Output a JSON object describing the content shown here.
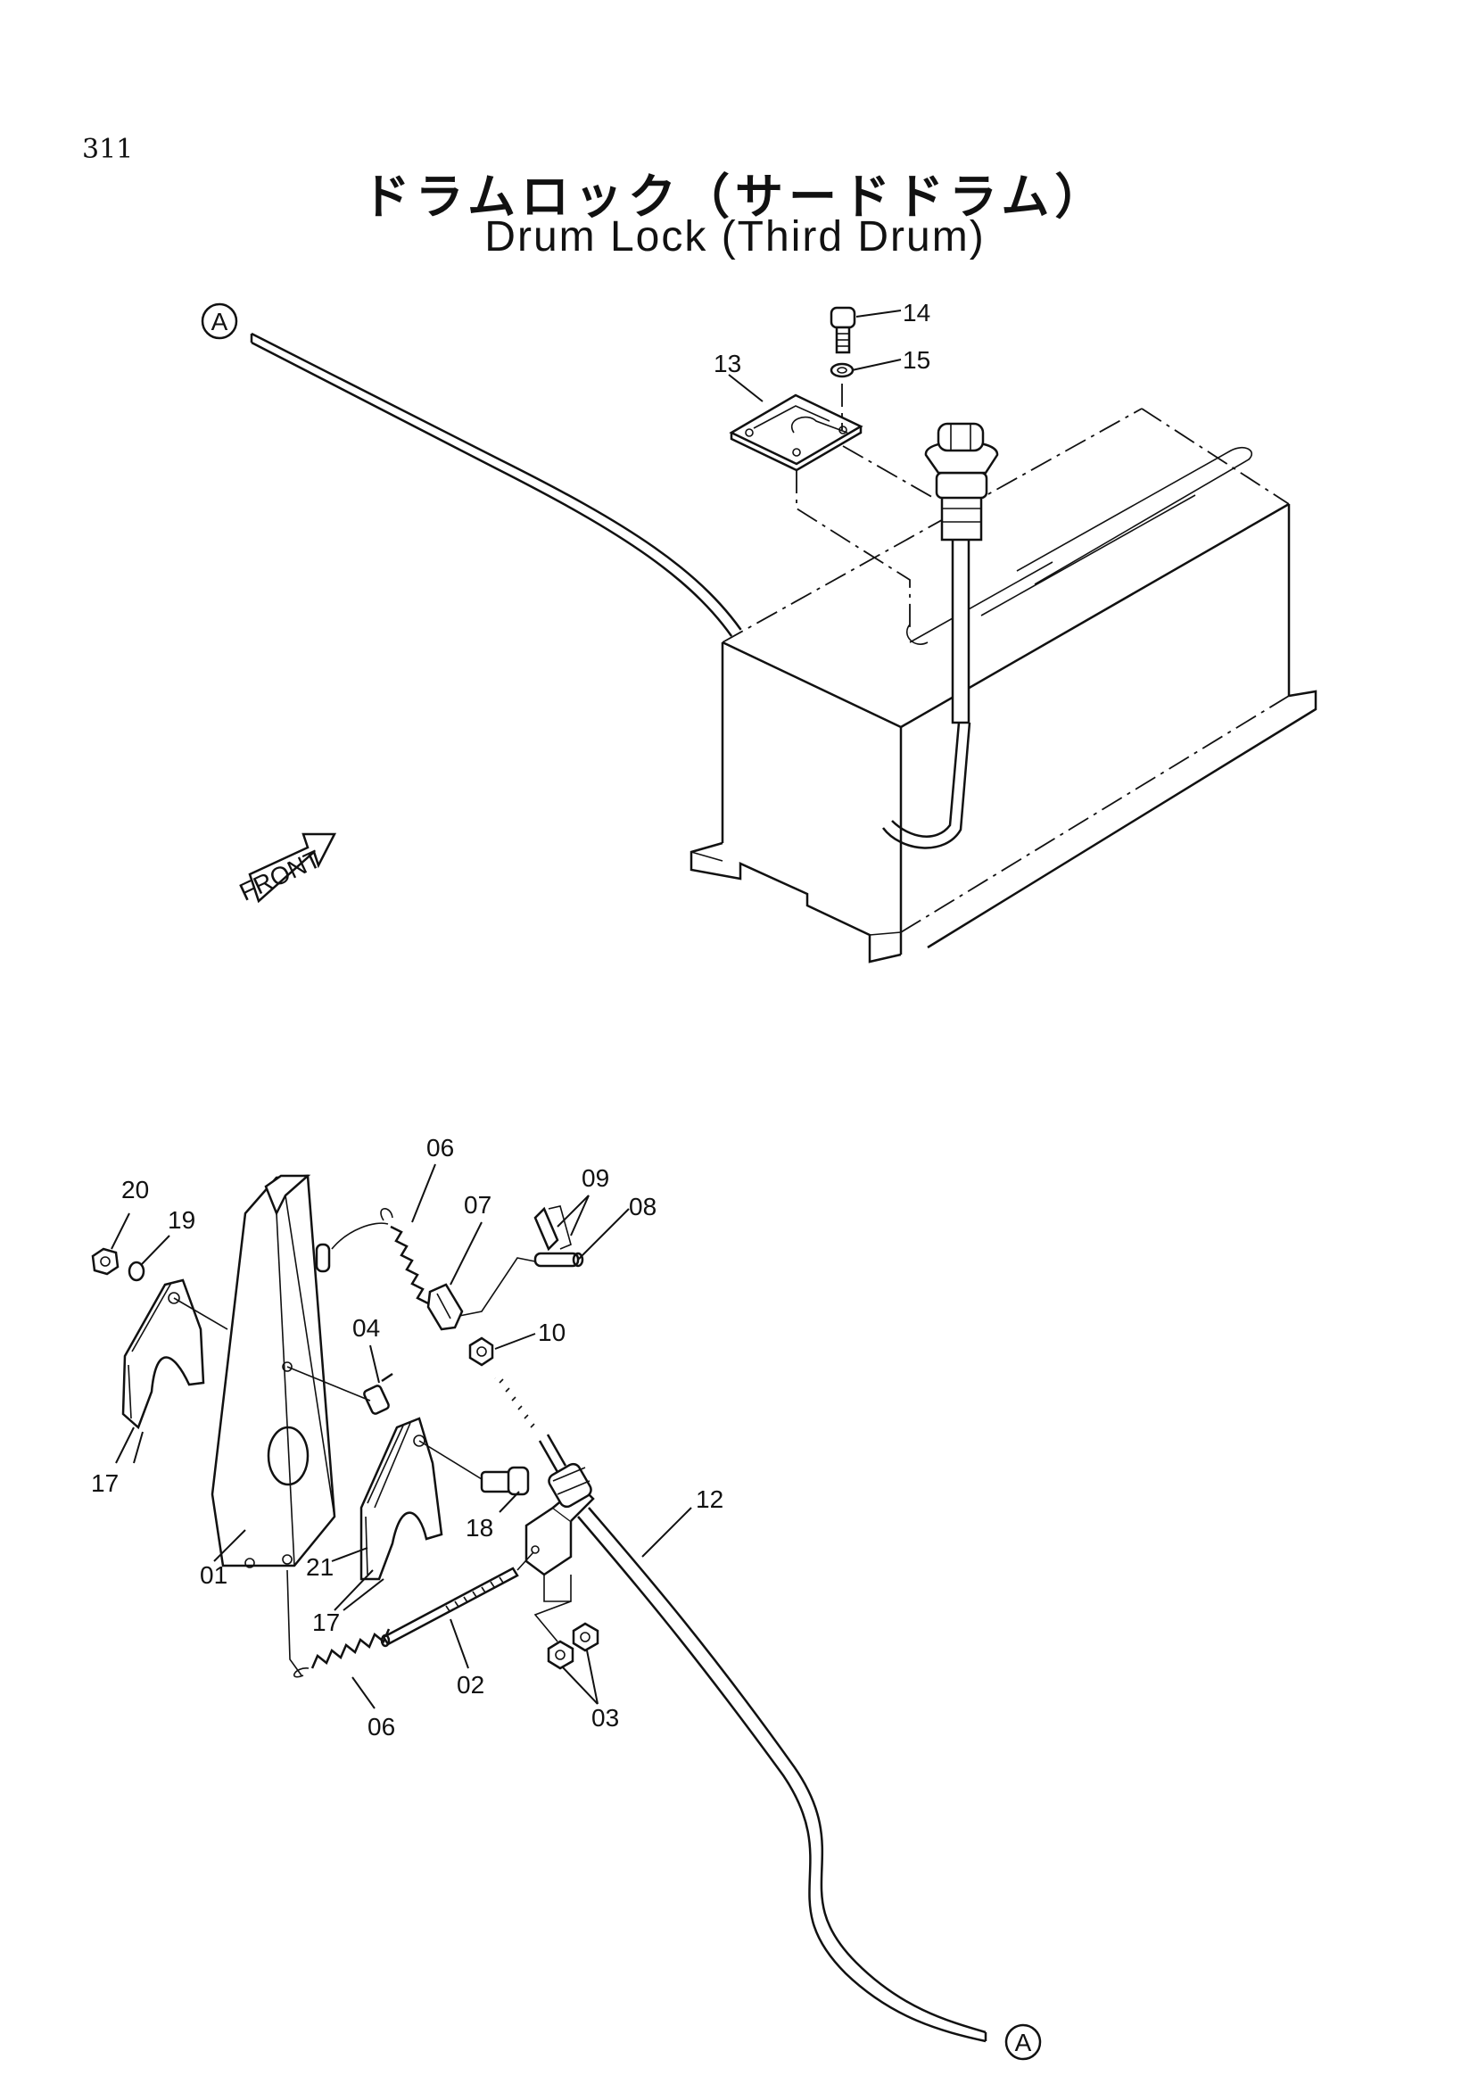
{
  "page_number": "311",
  "title_jp": "ドラムロック（サードドラム）",
  "title_en": "Drum Lock (Third Drum)",
  "front_label": "FRONT",
  "connector_label": "A",
  "callouts": {
    "p13": "13",
    "p14": "14",
    "p15": "15",
    "p20": "20",
    "p19": "19",
    "p17a": "17",
    "p01": "01",
    "p21": "21",
    "p17b": "17",
    "p06a": "06",
    "p07": "07",
    "p09": "09",
    "p08": "08",
    "p04": "04",
    "p10": "10",
    "p18": "18",
    "p12": "12",
    "p02": "02",
    "p06b": "06",
    "p03": "03"
  }
}
